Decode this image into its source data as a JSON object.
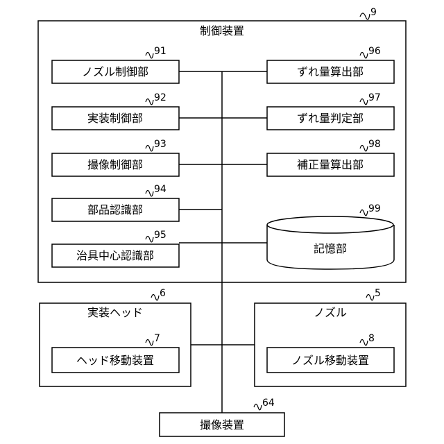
{
  "diagram": {
    "control_device": {
      "label": "制御装置",
      "ref": "9"
    },
    "left_units": [
      {
        "label": "ノズル制御部",
        "ref": "91"
      },
      {
        "label": "実装制御部",
        "ref": "92"
      },
      {
        "label": "撮像制御部",
        "ref": "93"
      },
      {
        "label": "部品認識部",
        "ref": "94"
      },
      {
        "label": "治具中心認識部",
        "ref": "95"
      }
    ],
    "right_units": [
      {
        "label": "ずれ量算出部",
        "ref": "96"
      },
      {
        "label": "ずれ量判定部",
        "ref": "97"
      },
      {
        "label": "補正量算出部",
        "ref": "98"
      }
    ],
    "storage": {
      "label": "記憶部",
      "ref": "99"
    },
    "mount_head": {
      "label": "実装ヘッド",
      "ref": "6"
    },
    "head_mover": {
      "label": "ヘッド移動装置",
      "ref": "7"
    },
    "nozzle": {
      "label": "ノズル",
      "ref": "5"
    },
    "nozzle_mover": {
      "label": "ノズル移動装置",
      "ref": "8"
    },
    "imaging_device": {
      "label": "撮像装置",
      "ref": "64"
    }
  }
}
